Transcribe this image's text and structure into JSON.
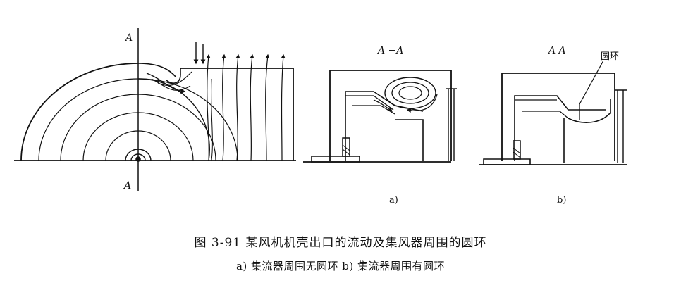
{
  "labels": {
    "axis_top": "A",
    "axis_bottom": "A",
    "section_a": "A  −A",
    "section_b": "A   A",
    "ring_callout": "圆环",
    "panel_a": "a)",
    "panel_b": "b)"
  },
  "caption": {
    "main": "图 3-91   某风机机壳出口的流动及集风器周围的圆环",
    "sub": "a) 集流器周围无圆环   b) 集流器周围有圆环"
  }
}
